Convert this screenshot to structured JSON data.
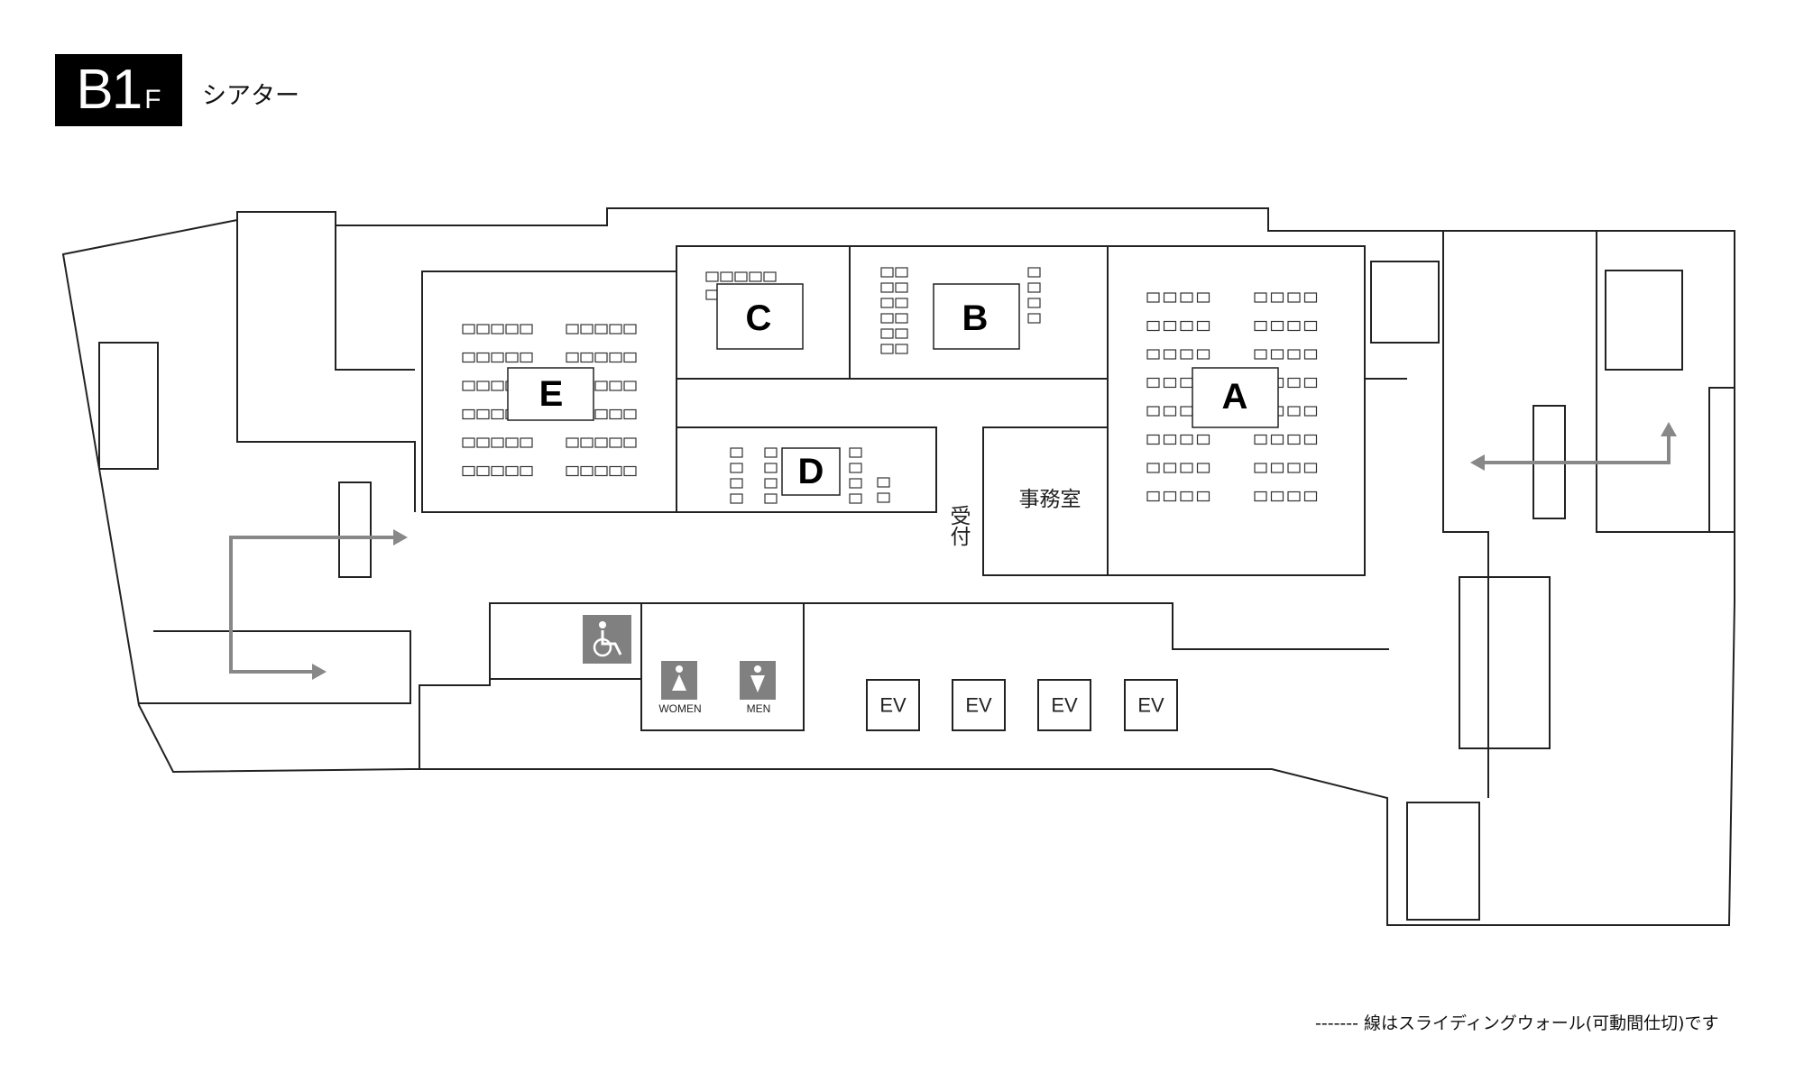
{
  "header": {
    "floor_main": "B1",
    "floor_suffix": "F",
    "layout_name": "シアター"
  },
  "rooms": {
    "a": "A",
    "b": "B",
    "c": "C",
    "d": "D",
    "e": "E",
    "office": "事務室",
    "reception": "受付"
  },
  "elevators": [
    "EV",
    "EV",
    "EV",
    "EV"
  ],
  "restrooms": {
    "women": "WOMEN",
    "men": "MEN"
  },
  "icons": {
    "accessible": "wheelchair-icon",
    "women": "women-icon",
    "men": "men-icon",
    "arrows": "evacuation-arrow-icon"
  },
  "colors": {
    "badge": "#000000",
    "icon_gray": "#808080",
    "arrow": "#888888"
  },
  "legend": {
    "dash": "-------",
    "text": "線はスライディングウォール(可動間仕切)です"
  }
}
